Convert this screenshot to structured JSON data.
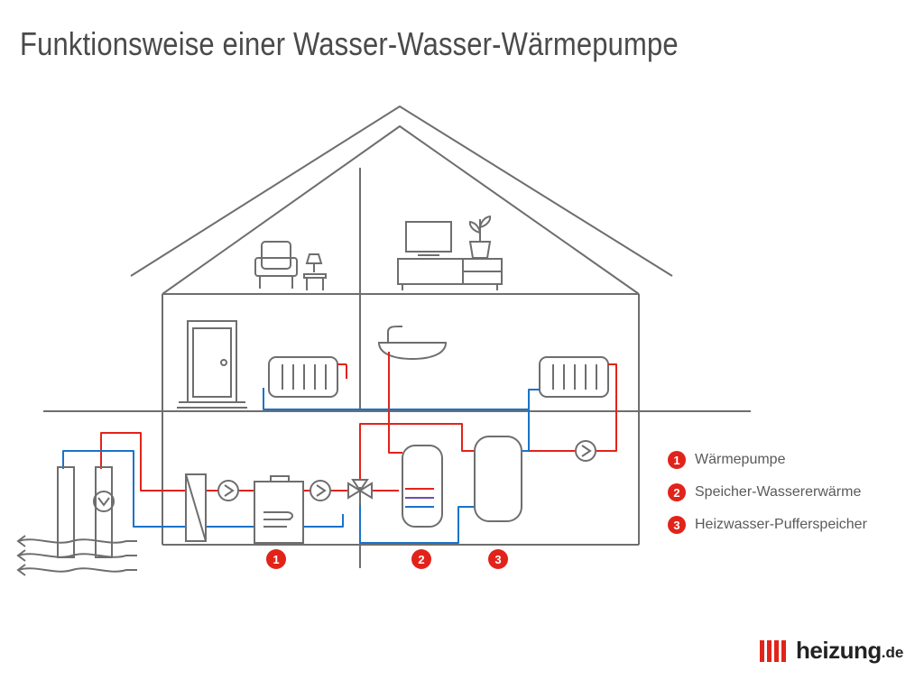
{
  "title": "Funktionsweise einer Wasser-Wasser-Wärmepumpe",
  "legend": [
    {
      "number": "1",
      "label": "Wärmepumpe"
    },
    {
      "number": "2",
      "label": "Speicher-Wassererwärme"
    },
    {
      "number": "3",
      "label": "Heizwasser-Pufferspeicher"
    }
  ],
  "markers": [
    "1",
    "2",
    "3"
  ],
  "logo": {
    "name": "heizung",
    "tld": ".de"
  },
  "colors": {
    "outline": "#6e6e6e",
    "hot": "#e2231a",
    "cold": "#1a73c9",
    "accent": "#e2231a"
  }
}
